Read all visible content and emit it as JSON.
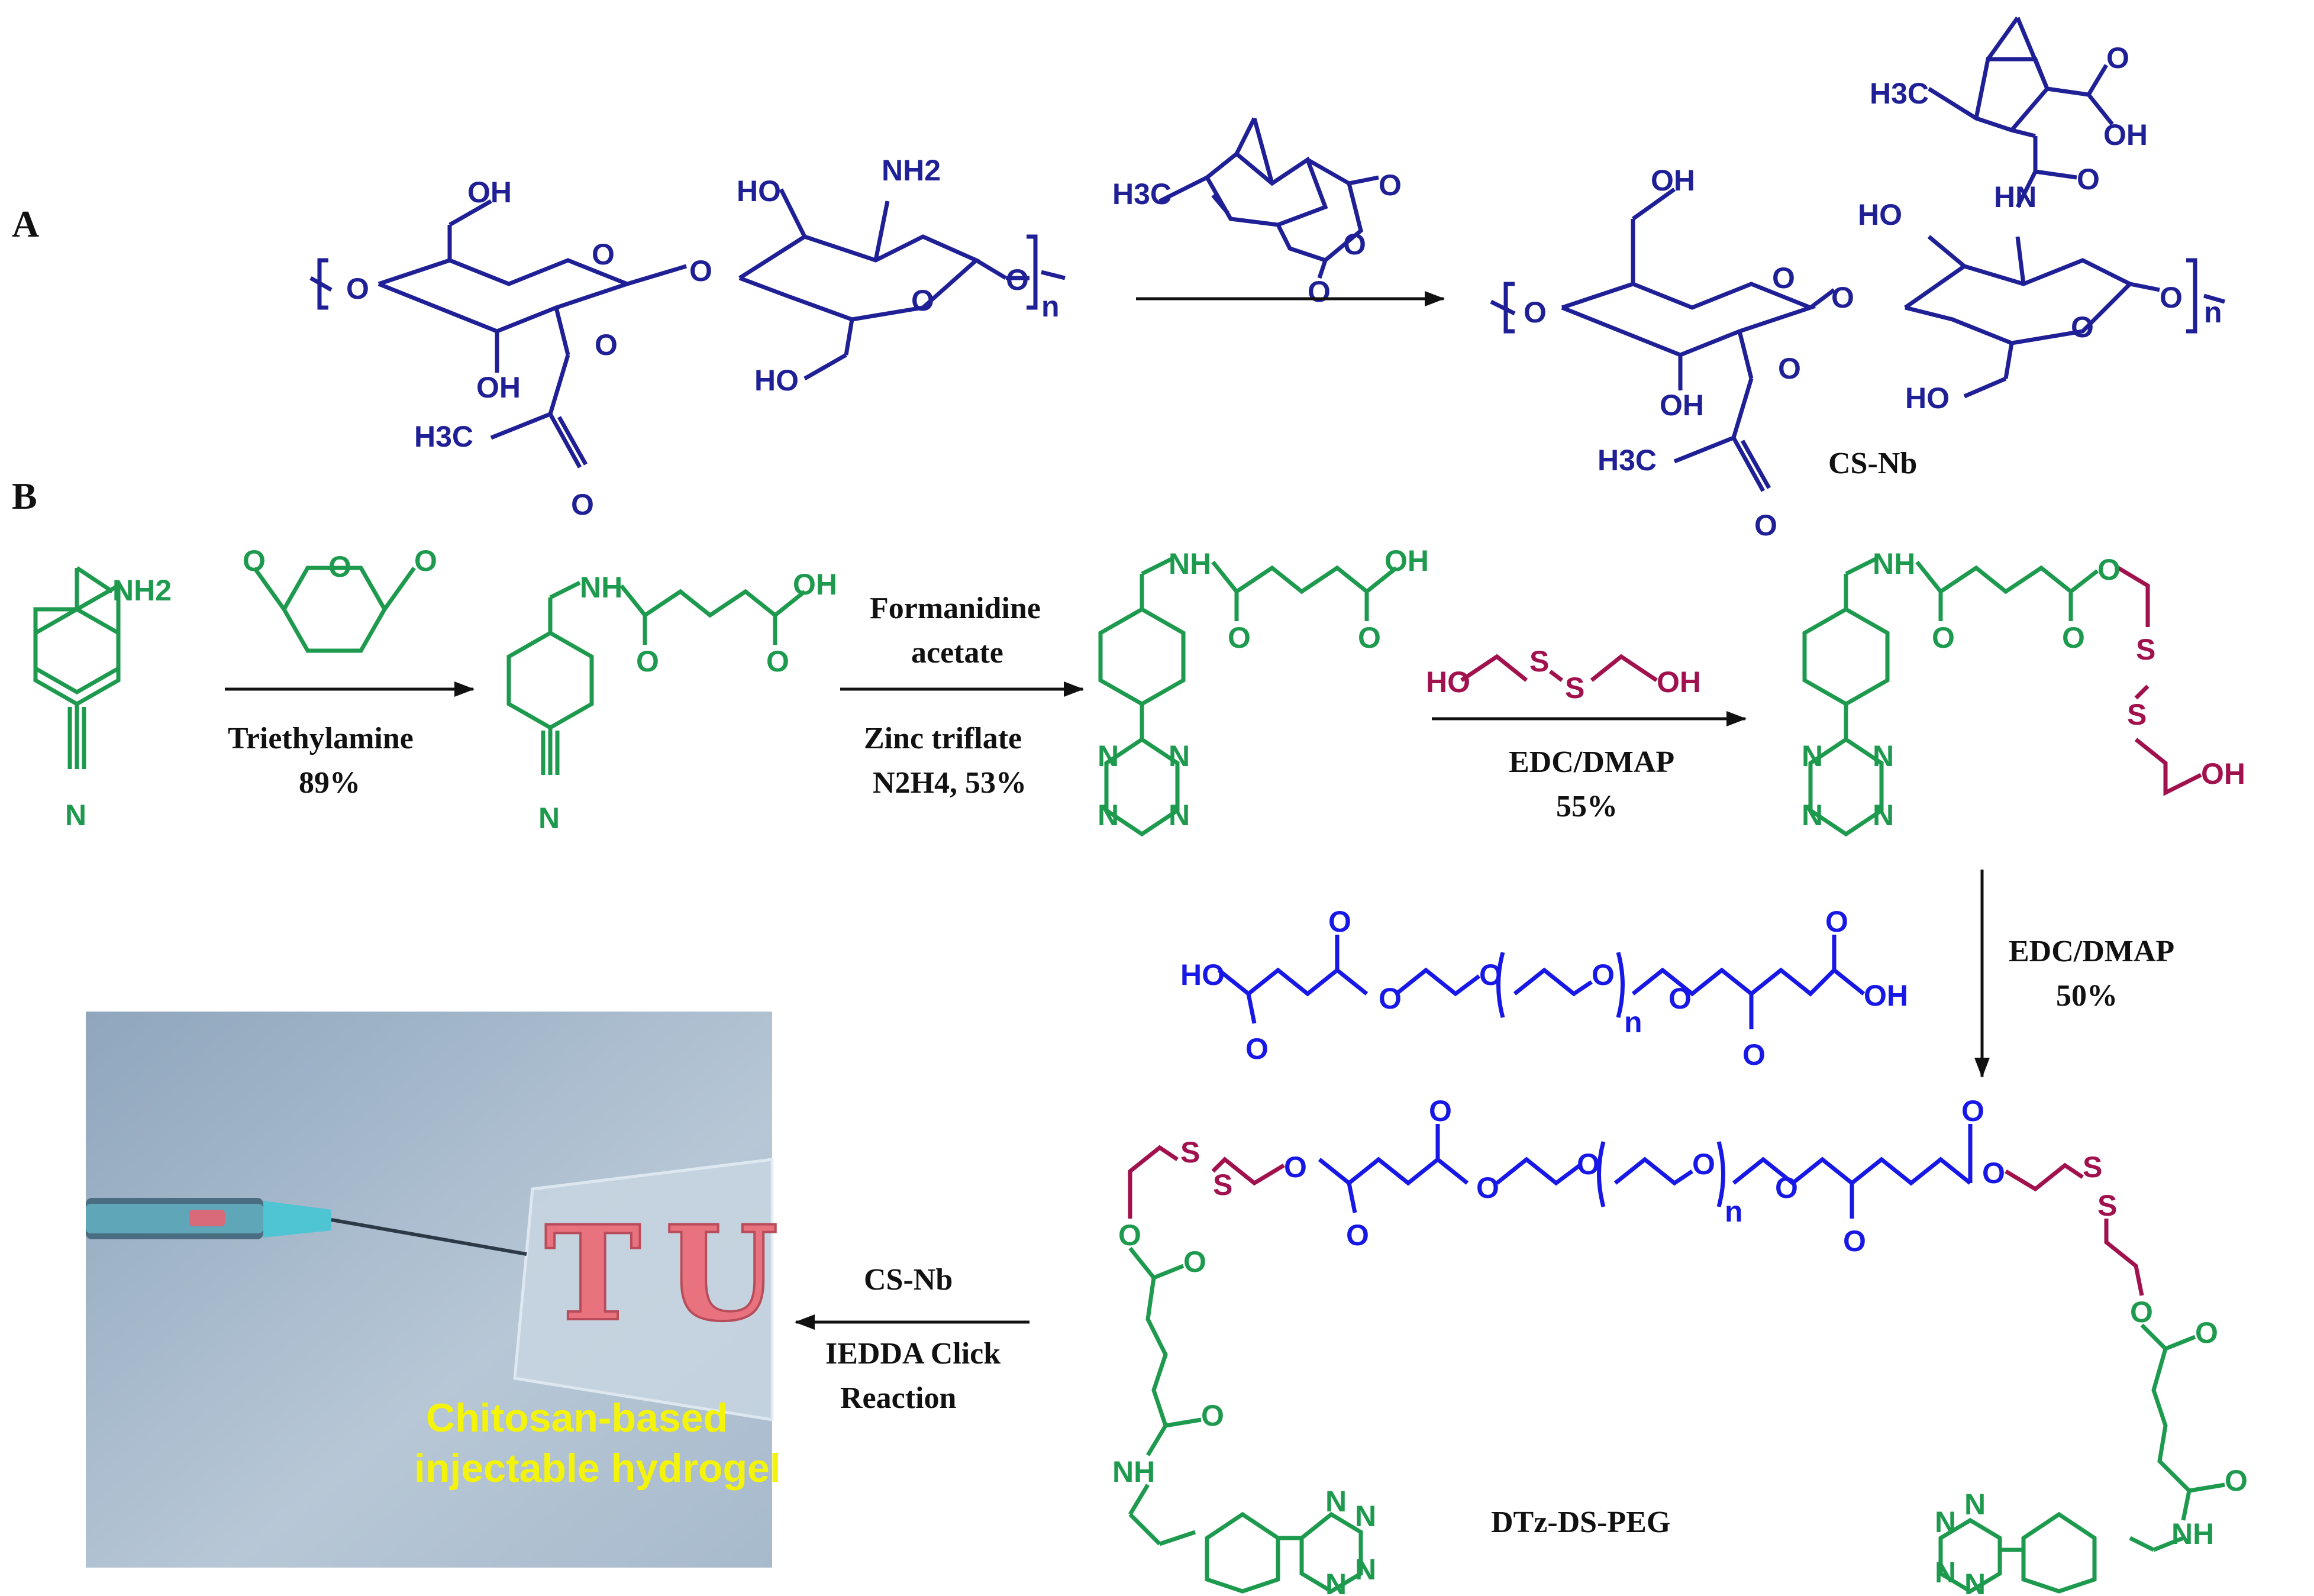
{
  "colors": {
    "navy": "#1f1f96",
    "green": "#1e9a4e",
    "blue": "#1818e6",
    "maroon": "#a0114d",
    "black": "#111111",
    "photo_text": "#f4f40a",
    "gel": "#e8737f"
  },
  "panels": {
    "a": "A",
    "b": "B"
  },
  "products": {
    "cs_nb": "CS-Nb",
    "dtz_ds_peg": "DTz-DS-PEG"
  },
  "reagents": {
    "step1_top": "",
    "step1_bottom_1": "Triethylamine",
    "step1_bottom_2": "89%",
    "step2_top_1": "Formanidine",
    "step2_top_2": "acetate",
    "step2_bottom_1": "Zinc triflate",
    "step2_bottom_2": "N2H4, 53%",
    "step3_bottom_1": "EDC/DMAP",
    "step3_bottom_2": "55%",
    "step4_1": "EDC/DMAP",
    "step4_2": "50%",
    "step5_top": "CS-Nb",
    "step5_bottom_1": "IEDDA Click",
    "step5_bottom_2": "Reaction"
  },
  "atoms": {
    "oh": "OH",
    "ho": "HO",
    "nh2": "NH2",
    "nh": "NH",
    "hn": "HN",
    "o": "O",
    "n": "N",
    "s": "S",
    "h3c": "H3C",
    "subscript_n": "n"
  },
  "photo": {
    "caption_line1": "Chitosan-based",
    "caption_line2": "injectable hydrogel",
    "gel_letters": "TU"
  }
}
